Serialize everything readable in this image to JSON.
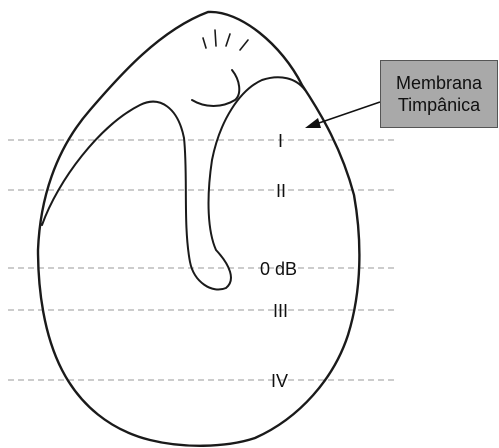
{
  "callout": {
    "line1": "Membrana",
    "line2": "Timpânica"
  },
  "zones": {
    "I": "I",
    "II": "II",
    "zero": "0 dB",
    "III": "III",
    "IV": "IV"
  }
}
